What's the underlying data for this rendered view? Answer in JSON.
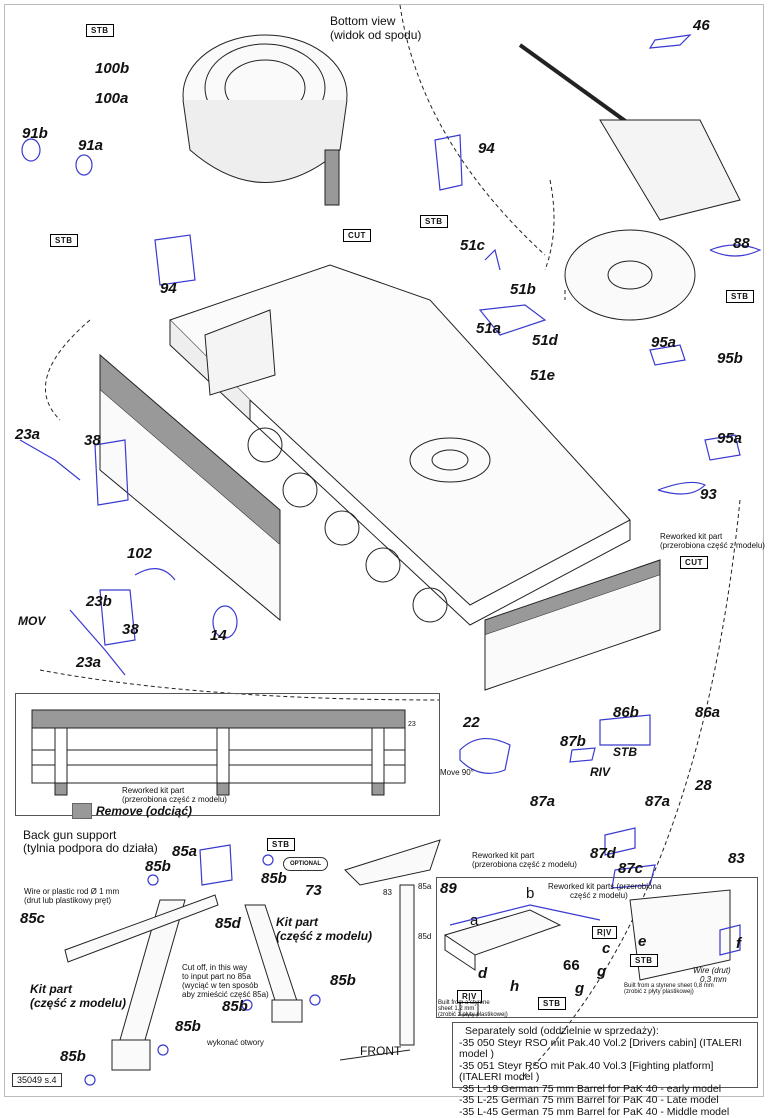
{
  "bottom_view": {
    "line1": "Bottom view",
    "line2": "(widok od spodu)"
  },
  "tags": {
    "stb": "STB",
    "cut": "CUT",
    "riv": "R|V",
    "optional": "OPTIONAL",
    "mov": "MOV",
    "riv_italic": "RIV"
  },
  "parts": {
    "p100b": "100b",
    "p100a": "100a",
    "p91b": "91b",
    "p91a": "91a",
    "p94": "94",
    "p46": "46",
    "p88": "88",
    "p51c": "51c",
    "p51b": "51b",
    "p51a": "51a",
    "p51d": "51d",
    "p51e": "51e",
    "p95a": "95a",
    "p95b": "95b",
    "p93": "93",
    "p23a": "23a",
    "p38": "38",
    "p102": "102",
    "p23b": "23b",
    "p14": "14",
    "p22": "22",
    "p87b": "87b",
    "p28": "28",
    "p86b": "86b",
    "p86a": "86a",
    "p87a": "87a",
    "p87d": "87d",
    "p87c": "87c",
    "p83": "83",
    "p85a": "85a",
    "p85b": "85b",
    "p85c": "85c",
    "p85d": "85d",
    "p73": "73",
    "p89": "89",
    "p66": "66",
    "a": "a",
    "b": "b",
    "c": "c",
    "d": "d",
    "e": "e",
    "f": "f",
    "g": "g",
    "h": "h",
    "p23": "23",
    "p85a_small": "85a",
    "p85d_small": "85d",
    "p83_small": "83"
  },
  "notes": {
    "reworked_kit_part": "Reworked kit part",
    "reworked_kit_part_pl": "(przerobiona część z modelu)",
    "reworked_kit_parts": "Reworked kit parts (przerobiona",
    "reworked_kit_parts_pl": "część z modelu)",
    "remove": "Remove (odciąć)",
    "move90": "Move 90°",
    "back_gun_support": "Back gun support",
    "back_gun_support_pl": "(tylnia podpora do działa)",
    "wire_rod": "Wire or plastic rod Ø 1 mm",
    "wire_rod_pl": "(drut lub plastikowy pręt)",
    "kit_part": "Kit part",
    "kit_part_pl": "(część z modelu)",
    "cut_off_1": "Cut off, in this way",
    "cut_off_2": "to input part no 85a",
    "cut_off_3": "(wyciąć w ten sposób",
    "cut_off_4": "aby zmieścić część 85a)",
    "drill_holes": "wykonać otwory",
    "front": "FRONT",
    "styrene_12_1": "Built from a styrene",
    "styrene_12_2": "sheet 1,2 mm",
    "styrene_12_3": "(zrobić z płyty plastikowej)",
    "styrene_08_1": "Built from a styrene sheet 0,8 mm",
    "styrene_08_2": "(zrobić z płyty plastikowej)",
    "wire_1": "Wire (drut)",
    "wire_2": "0,3 mm"
  },
  "separately_sold": {
    "title": "Separately sold (oddzielnie w sprzedaży):",
    "items": [
      "-35 050 Steyr RSO mit Pak.40 Vol.2 [Drivers cabin]  (ITALERI model )",
      "-35 051 Steyr RSO mit Pak.40 Vol.3 [Fighting platform]  (ITALERI model )",
      "-35 L-19 German 75 mm Barrel for PaK 40 - early model",
      "-35 L-25 German 75 mm Barrel for PaK 40 - Late model",
      "-35 L-45 German 75 mm Barrel for PaK 40 - Middle model"
    ]
  },
  "page_number": "35049 s.4",
  "colors": {
    "etched_part": "#3a3ad0",
    "remove": "#999999",
    "line": "#222222"
  }
}
